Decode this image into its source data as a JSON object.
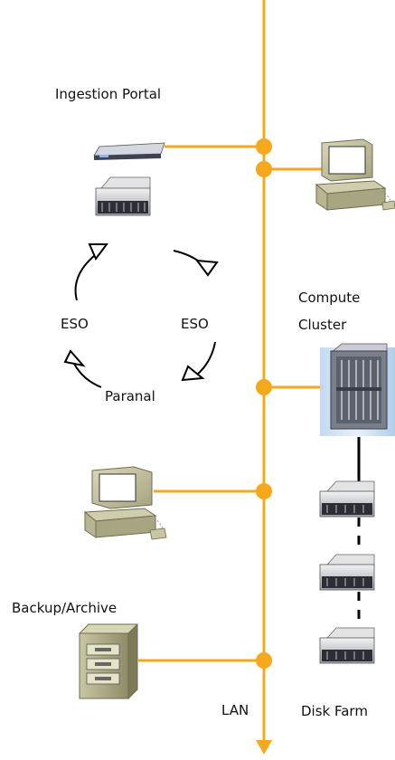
{
  "labels": {
    "ingestion_portal": "Ingestion Portal",
    "compute_line1": "Compute",
    "compute_line2": "Cluster",
    "eso_left": "ESO",
    "eso_right": "ESO",
    "paranal": "Paranal",
    "backup_archive": "Backup/Archive",
    "lan": "LAN",
    "disk_farm": "Disk Farm"
  },
  "colors": {
    "lan": "#f5a81c",
    "text": "#111111",
    "arc": "#000000"
  },
  "icons": [
    "rack-server-icon",
    "server-icon",
    "workstation-icon",
    "compute-cluster-icon",
    "disk-server-icon",
    "archive-cabinet-icon"
  ]
}
